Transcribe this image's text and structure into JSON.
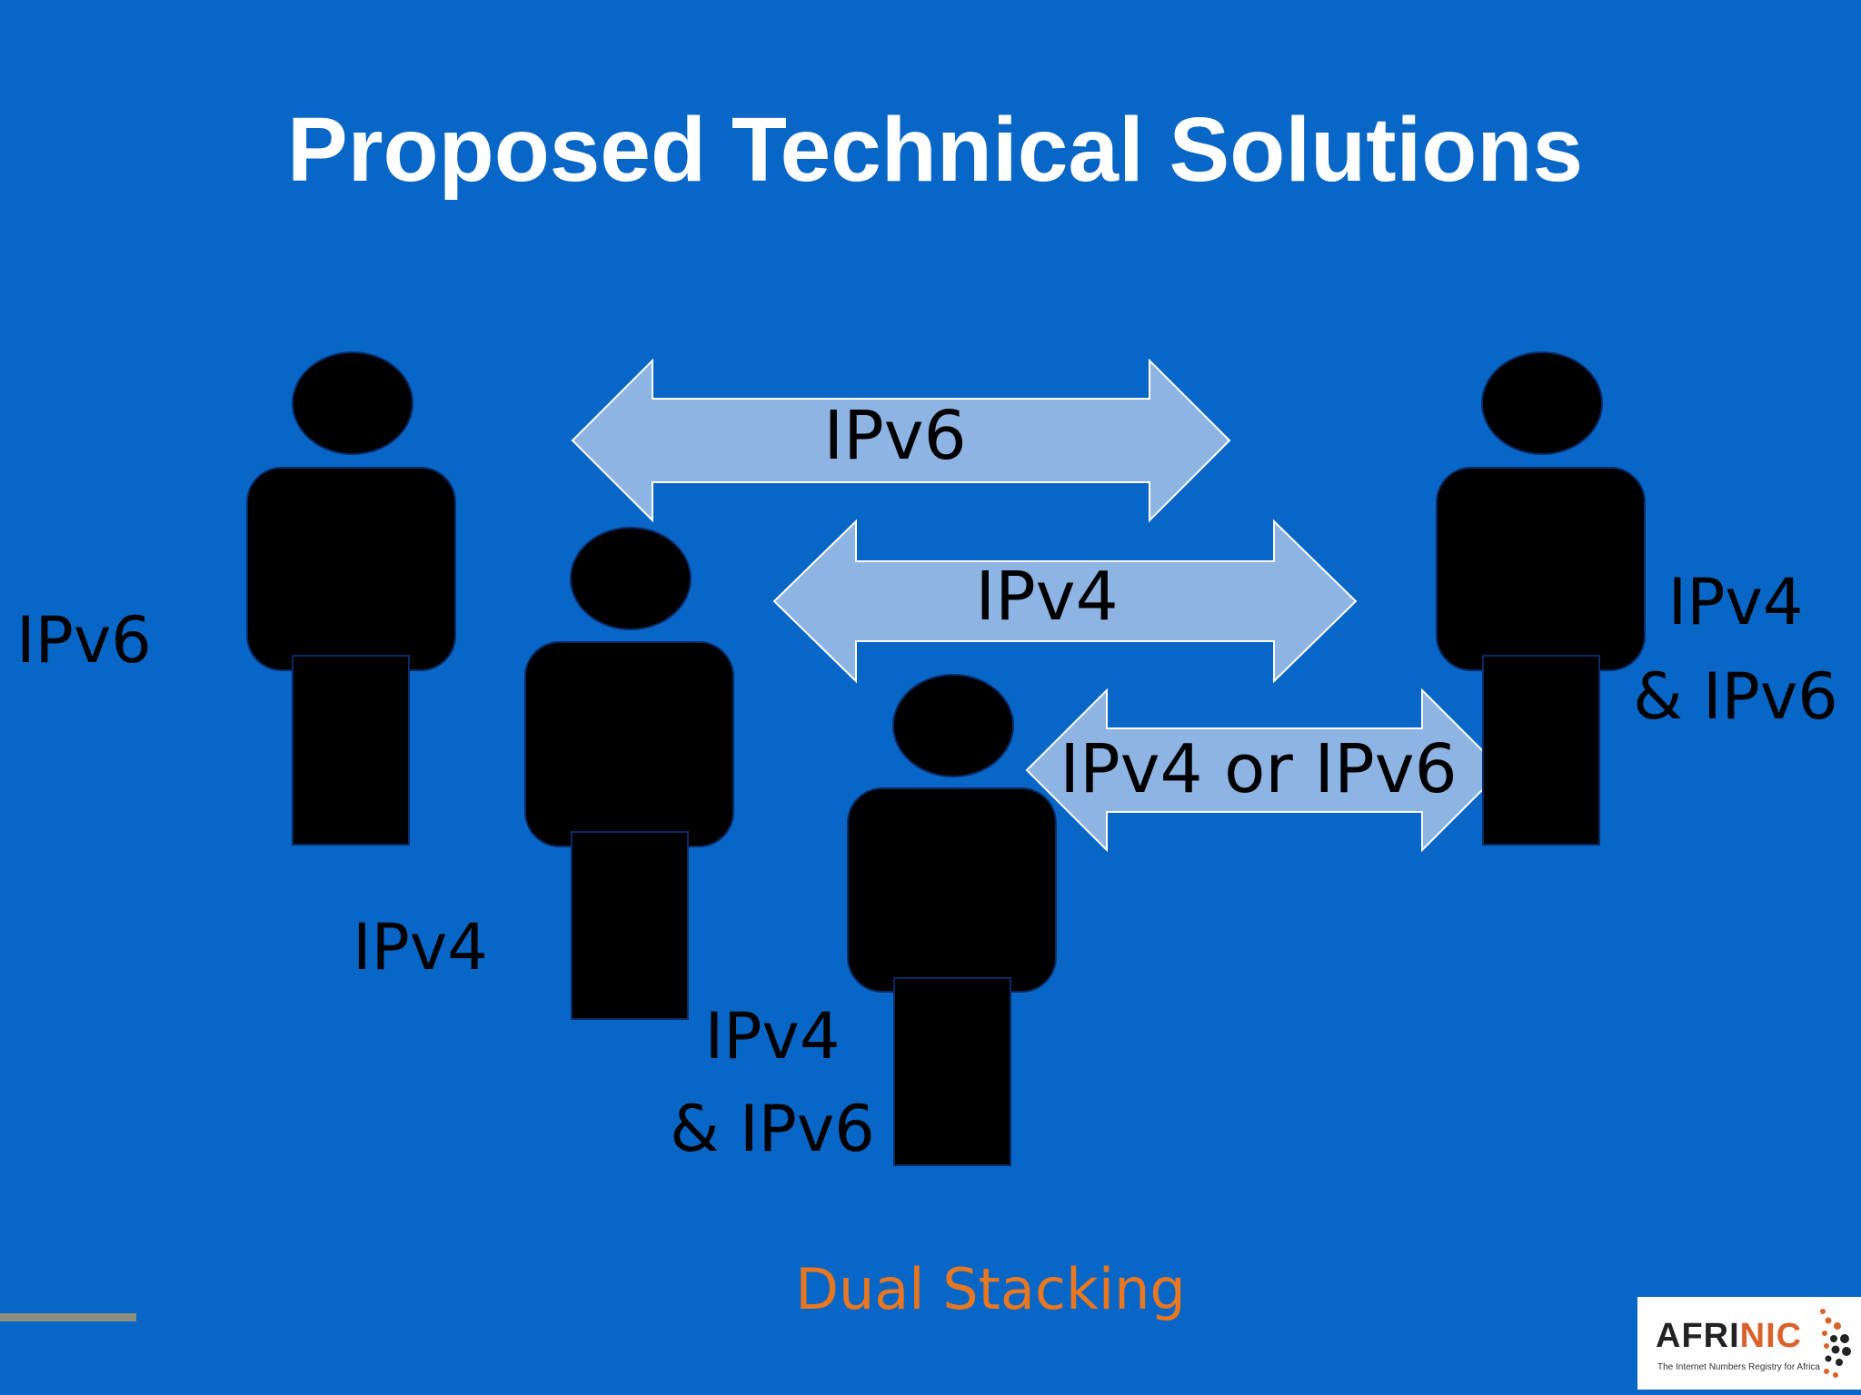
{
  "slide": {
    "title": "Proposed Technical Solutions",
    "caption": "Dual Stacking"
  },
  "people": [
    {
      "label": "IPv6"
    },
    {
      "label": "IPv4"
    },
    {
      "label_line1": "IPv4",
      "label_line2": "& IPv6"
    },
    {
      "label_line1": "IPv4",
      "label_line2": "& IPv6"
    }
  ],
  "arrows": [
    {
      "label": "IPv6"
    },
    {
      "label": "IPv4"
    },
    {
      "label": "IPv4 or IPv6"
    }
  ],
  "logo": {
    "name_part1": "AFRI",
    "name_part2": "NIC",
    "tagline": "The Internet Numbers Registry for Africa"
  },
  "colors": {
    "background": "#0866c6",
    "title": "#ffffff",
    "person": "#000000",
    "arrow_fill": "#8eb4e3",
    "caption": "#e87722",
    "logo_accent": "#d9622b"
  }
}
